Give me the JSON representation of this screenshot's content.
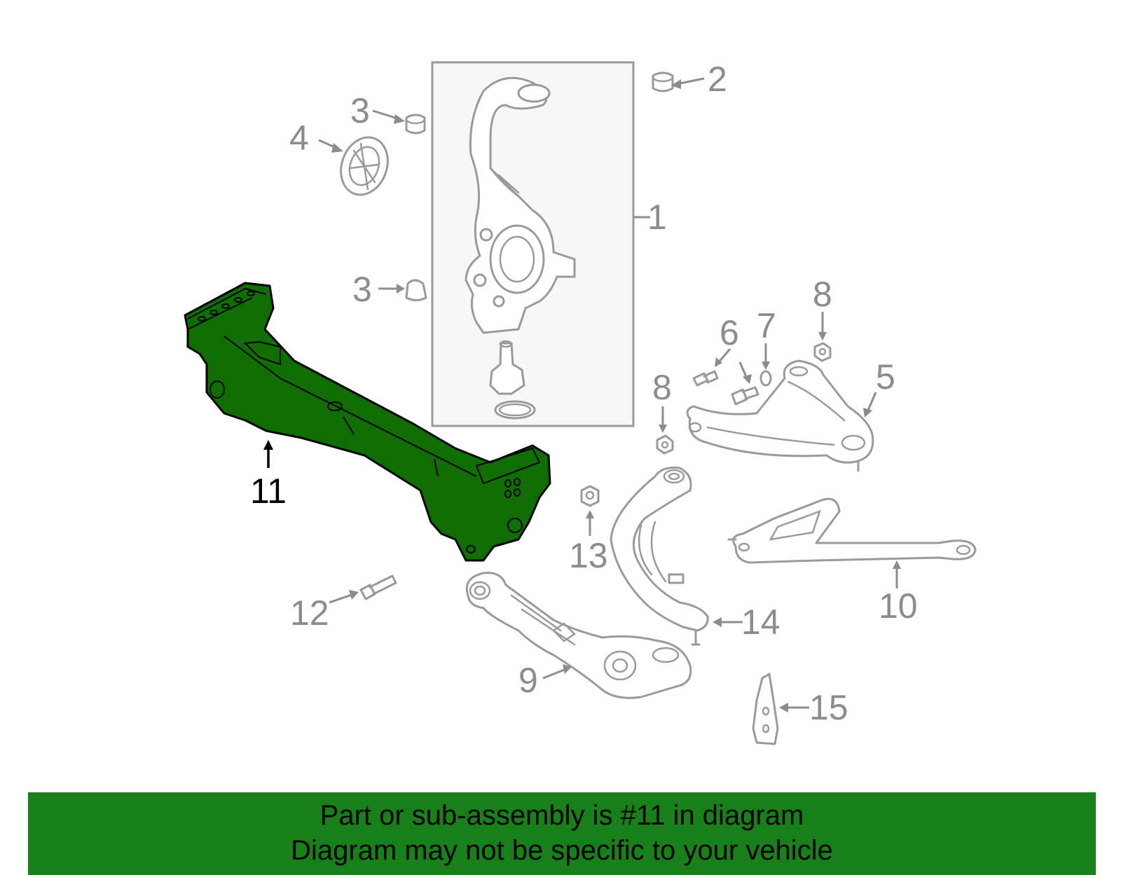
{
  "diagram": {
    "highlight_color": "#0f6e00",
    "callouts": {
      "c1": "1",
      "c2": "2",
      "c3a": "3",
      "c3b": "3",
      "c4": "4",
      "c5": "5",
      "c6": "6",
      "c7": "7",
      "c8a": "8",
      "c8b": "8",
      "c9": "9",
      "c10": "10",
      "c11": "11",
      "c12": "12",
      "c13": "13",
      "c14": "14",
      "c15": "15"
    }
  },
  "footer": {
    "background": "#188018",
    "line1": "Part or sub-assembly is #11 in diagram",
    "line2": "Diagram may not be specific to your vehicle"
  }
}
